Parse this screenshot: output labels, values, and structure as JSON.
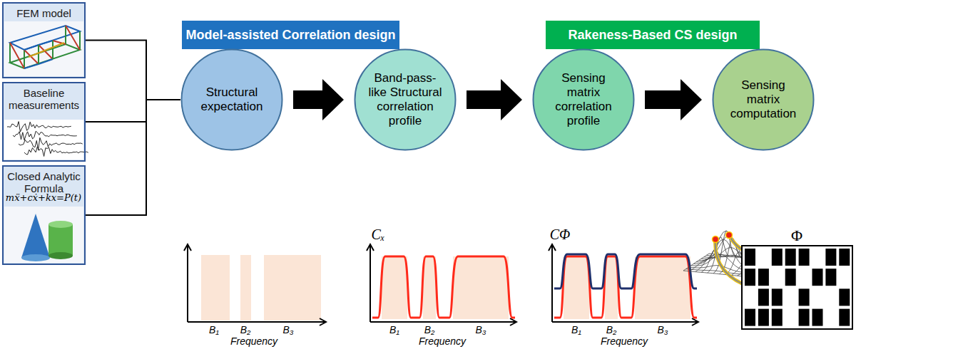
{
  "diagram": {
    "nodes": [
      {
        "text": [
          "FEM model"
        ]
      },
      {
        "text": [
          "Baseline measurements"
        ]
      },
      {
        "text": [
          "Closed Analytic Formula"
        ]
      },
      {
        "text": [
          "Model-assisted Correlation design"
        ]
      },
      {
        "text": [
          "Structural expectation"
        ]
      },
      {
        "text": [
          "Band-pass-like Structural correlation profile"
        ]
      },
      {
        "text": [
          "Rakeness-Based CS design"
        ]
      },
      {
        "text": [
          "Sensing matrix correlation profile"
        ]
      },
      {
        "text": [
          "Sensing matrix computation"
        ]
      }
    ],
    "edges": [
      {
        "from": 0,
        "to": 4,
        "arrow": "none"
      },
      {
        "from": 1,
        "to": 4,
        "arrow": "none"
      },
      {
        "from": 2,
        "to": 4,
        "arrow": "none"
      },
      {
        "from": 4,
        "to": 5,
        "arrow": "to"
      },
      {
        "from": 5,
        "to": 7,
        "arrow": "to"
      },
      {
        "from": 7,
        "to": 8,
        "arrow": "to"
      }
    ],
    "labels": [
      "mẍ+cẋ+kx=P(t)",
      "B₁",
      "B₂",
      "B₃",
      "Frequency",
      "Cₓ",
      "B₁",
      "B₂",
      "B₃",
      "Frequency",
      "CΦ",
      "B₁",
      "B₂",
      "B₃",
      "Frequency",
      "Φ"
    ]
  }
}
